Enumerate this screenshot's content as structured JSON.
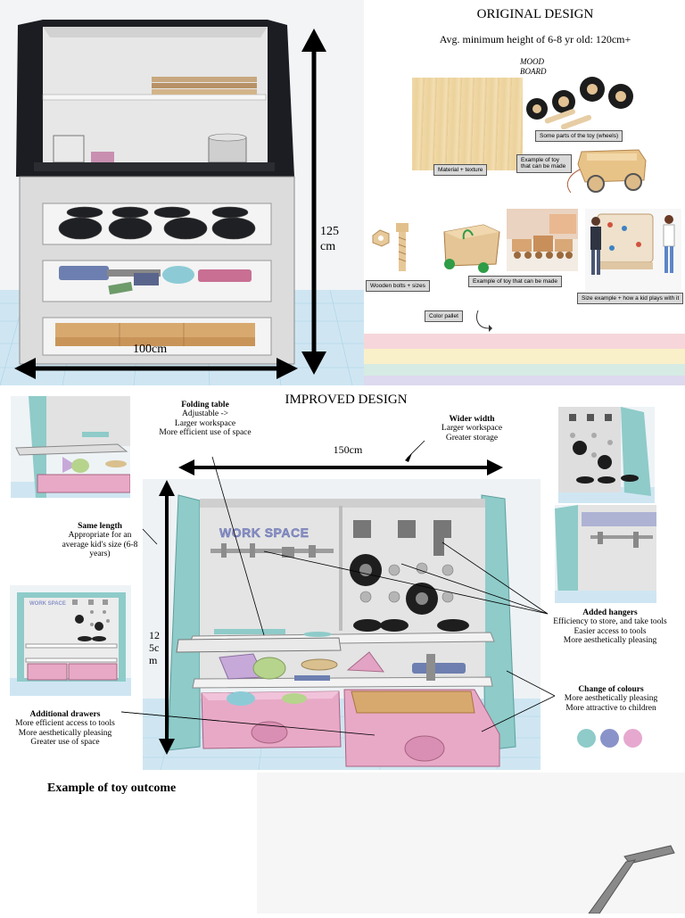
{
  "original": {
    "title": "ORIGINAL DESIGN",
    "subtitle": "Avg. minimum height of 6-8 yr old: 120cm+",
    "mood_board": "MOOD BOARD",
    "height_label": "125cm",
    "width_label": "100cm",
    "tags": {
      "material": "Material + texture",
      "wheels": "Some parts of the toy (wheels)",
      "example1": "Example of toy that can be made",
      "bolts": "Wooden bolts + sizes",
      "example2": "Example of toy that can be made",
      "size": "Size example + how a kid plays with it",
      "palette": "Color pallet"
    },
    "palette_colors": [
      "#f6d6da",
      "#f9f0c9",
      "#d6ebe3",
      "#ddd9ee"
    ]
  },
  "improved": {
    "title": "IMPROVED DESIGN",
    "width_label": "150cm",
    "height_label": "125cm",
    "workspace_sign": "WORK SPACE",
    "notes": {
      "folding_title": "Folding table",
      "folding_lines": [
        "Adjustable ->",
        "Larger workspace",
        "More efficient use of space"
      ],
      "wider_title": "Wider width",
      "wider_lines": [
        "Larger workspace",
        "Greater storage"
      ],
      "same_title": "Same length",
      "same_lines": [
        "Appropriate for an",
        "average kid's size (6-8",
        "years)"
      ],
      "hangers_title": "Added hangers",
      "hangers_lines": [
        "Efficiency to store, and take tools",
        "Easier access to tools",
        "More aesthetically pleasing"
      ],
      "colours_title": "Change of colours",
      "colours_lines": [
        "More aesthetically pleasing",
        "More attractive to children"
      ],
      "drawers_title": "Additional drawers",
      "drawers_lines": [
        "More efficient access to tools",
        "More aesthetically pleasing",
        "Greater use of space"
      ]
    },
    "colour_swatches": [
      "#8ecbc9",
      "#8a93c9",
      "#e6a8cf"
    ]
  },
  "outcome": {
    "title": "Example of toy outcome"
  }
}
